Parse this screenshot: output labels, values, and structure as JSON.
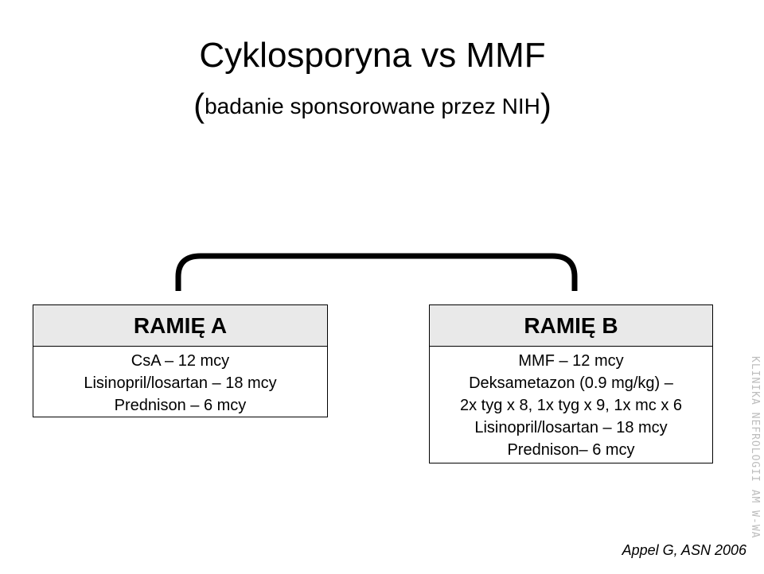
{
  "title": "Cyklosporyna vs MMF",
  "subtitle": {
    "open_paren": "(",
    "text": "badanie sponsorowane przez NIH",
    "close_paren": ")"
  },
  "arm_a": {
    "heading": "RAMIĘ  A",
    "lines": [
      "CsA – 12 mcy",
      "Lisinopril/losartan – 18 mcy",
      "Prednison  – 6 mcy"
    ]
  },
  "arm_b": {
    "heading": "RAMIĘ  B",
    "lines": [
      "MMF – 12 mcy",
      "Deksametazon (0.9 mg/kg) –",
      "2x tyg x 8, 1x tyg x 9, 1x mc x 6",
      "Lisinopril/losartan – 18 mcy",
      "Prednison– 6 mcy"
    ]
  },
  "side_watermark": "KLINIKA NEFROLOGII AM W-WA",
  "citation": "Appel G, ASN 2006"
}
